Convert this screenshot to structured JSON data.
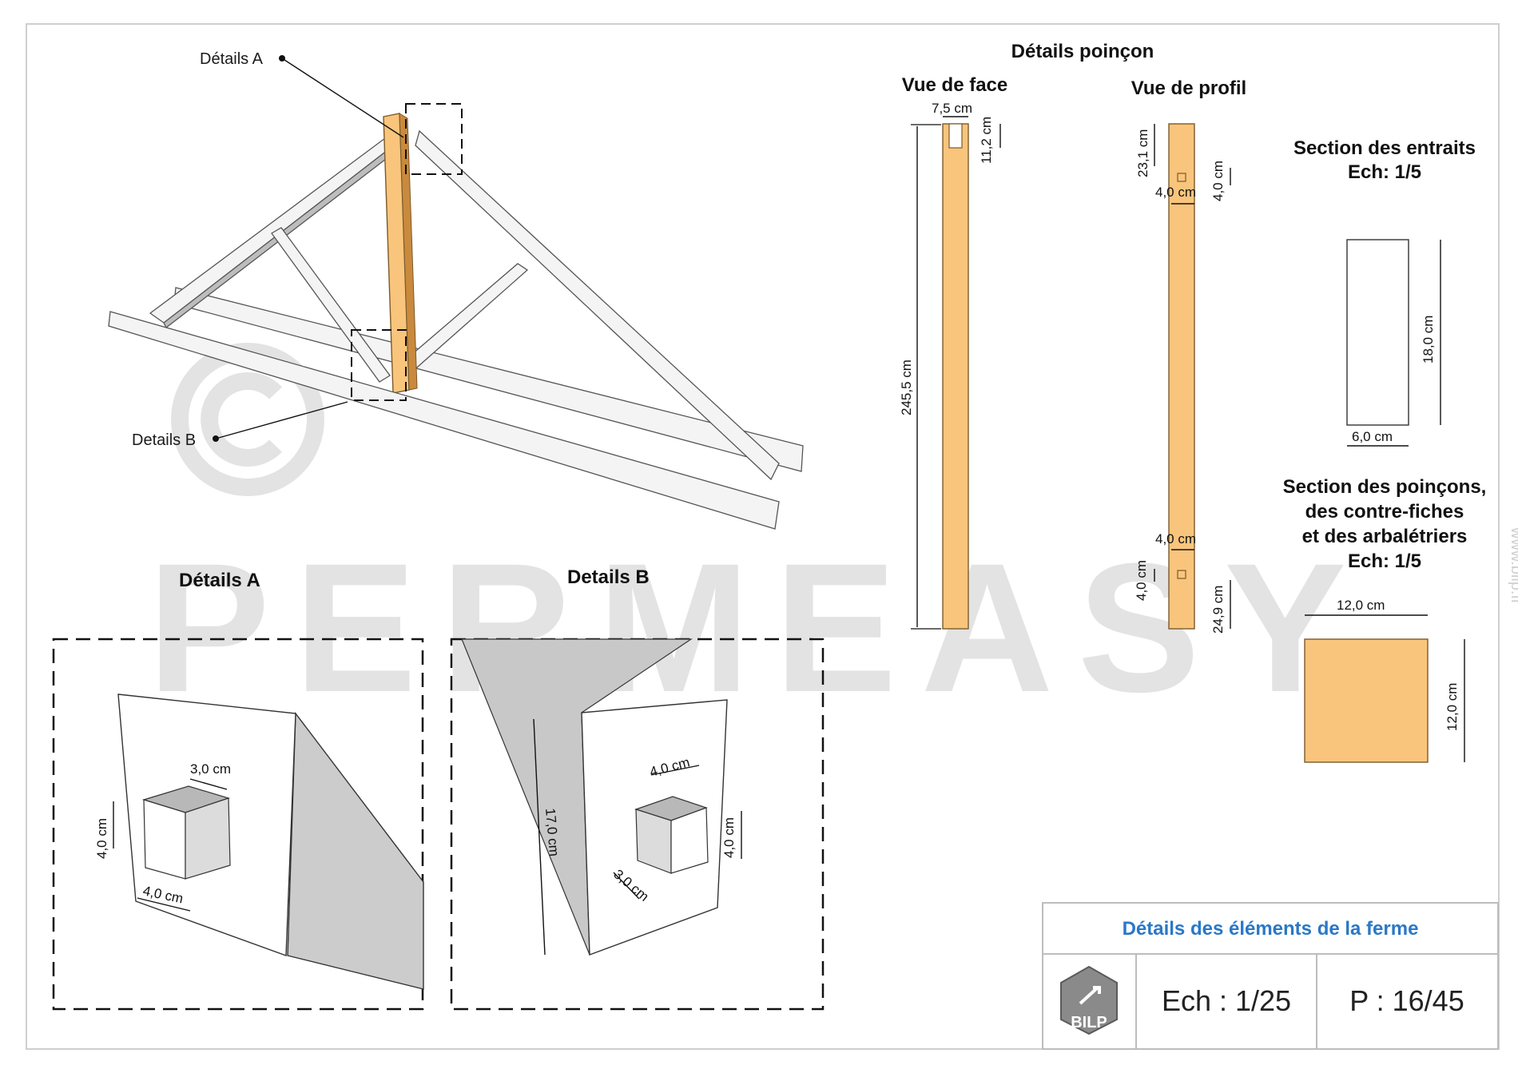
{
  "watermark": {
    "brand": "PERMEASY",
    "copyright": "©",
    "site": "www.bilp.fr"
  },
  "perspective": {
    "callout_a": "Détails A",
    "callout_b": "Details B"
  },
  "detail_a": {
    "title": "Détails A",
    "dims": {
      "width": "3,0 cm",
      "height": "4,0 cm",
      "depth": "4,0 cm"
    }
  },
  "detail_b": {
    "title": "Details B",
    "dims": {
      "top": "4,0 cm",
      "height": "4,0 cm",
      "depth": "3,0 cm",
      "long": "17,0 cm"
    }
  },
  "poincon": {
    "title": "Détails poinçon",
    "face": {
      "title": "Vue de face",
      "width": "7,5 cm",
      "notch": "11,2 cm",
      "length": "245,5 cm"
    },
    "profil": {
      "title": "Vue de profil",
      "top": "23,1 cm",
      "hole1": "4,0 cm",
      "hole1w": "4,0 cm",
      "hole2w": "4,0 cm",
      "hole2": "4,0 cm",
      "bottom": "24,9 cm"
    }
  },
  "entraits": {
    "title": "Section des entraits",
    "scale": "Ech: 1/5",
    "height": "18,0 cm",
    "width": "6,0 cm"
  },
  "poincons": {
    "title_l1": "Section des poinçons,",
    "title_l2": "des contre-fiches",
    "title_l3": "et des arbalétriers",
    "scale": "Ech: 1/5",
    "width": "12,0 cm",
    "height": "12,0 cm"
  },
  "title_block": {
    "title": "Détails des éléments de la ferme",
    "logo": "BILP",
    "scale": "Ech : 1/25",
    "page": "P : 16/45"
  },
  "colors": {
    "wood": "#f9c57c",
    "title_blue": "#2a78c6",
    "watermark": "#e3e3e3"
  }
}
